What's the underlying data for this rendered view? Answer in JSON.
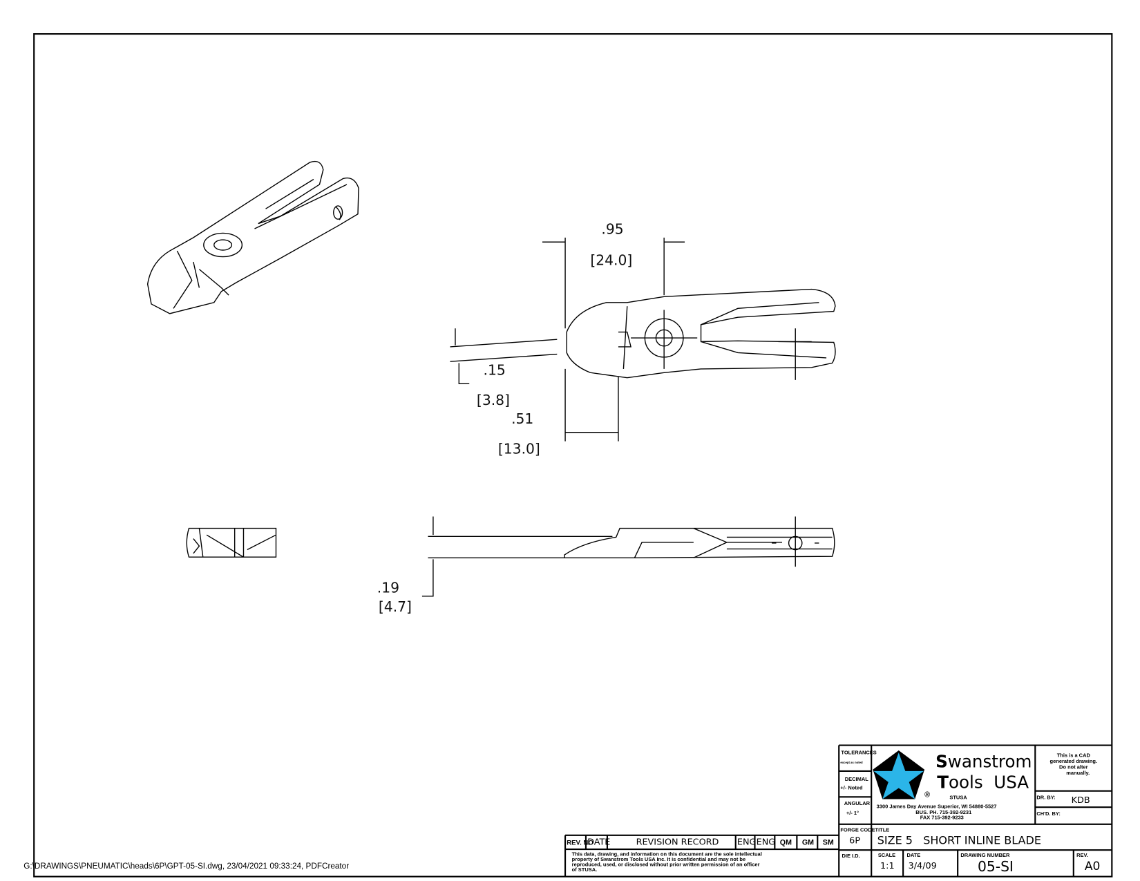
{
  "footer_path": "G:\\DRAWINGS\\PNEUMATIC\\heads\\6P\\GPT-05-SI.dwg, 23/04/2021 09:33:24, PDFCreator",
  "dimensions": {
    "d1_in": ".95",
    "d1_mm": "[24.0]",
    "d2_in": ".15",
    "d2_mm": "[3.8]",
    "d3_in": ".51",
    "d3_mm": "[13.0]",
    "d4_in": ".19",
    "d4_mm": "[4.7]"
  },
  "title_block": {
    "tolerances": "TOLERANCES",
    "except_noted": "except as noted",
    "decimal": "DECIMAL",
    "decimal_val": "+/- Noted",
    "angular": "ANGULAR",
    "angular_val": "+/- 1°",
    "forge_code_label": "FORGE CODE",
    "forge_code": "6P",
    "die_id_label": "DIE I.D.",
    "company_line1_initial": "S",
    "company_line1_rest": "wanstrom",
    "company_line2_initial": "T",
    "company_line2_rest": "ools  USA",
    "registered": "®",
    "abbrev": "STUSA",
    "address": "3300 James Day Avenue Superior, WI 54880-5527",
    "phone": "BUS. PH. 715-392-9231",
    "fax": "FAX  715-392-9233",
    "cad_note": [
      "This is a CAD",
      "generated drawing.",
      "Do not alter",
      "manually."
    ],
    "dr_by_label": "DR. BY:",
    "dr_by": "KDB",
    "chd_by_label": "CH'D. BY:",
    "title_label": "TITLE",
    "title": "SIZE 5   SHORT INLINE BLADE",
    "scale_label": "SCALE",
    "scale": "1:1",
    "date_label": "DATE",
    "date": "3/4/09",
    "drawing_number_label": "DRAWING NUMBER",
    "drawing_number": "05-SI",
    "rev_label": "REV.",
    "rev": "A0",
    "logo_color": "#2bb5e8"
  },
  "revision_record": {
    "headers": [
      "REV. NO",
      "DATE",
      "REVISION RECORD",
      "ENG",
      "ENG",
      "QM",
      "GM",
      "SM"
    ],
    "notice": [
      "This data, drawing, and information on this document are the sole intellectual",
      "property of Swanstrom Tools USA Inc.  It is confidential and may not be",
      "reproduced, used, or disclosed without prior written permission of an officer",
      "of STUSA."
    ]
  }
}
